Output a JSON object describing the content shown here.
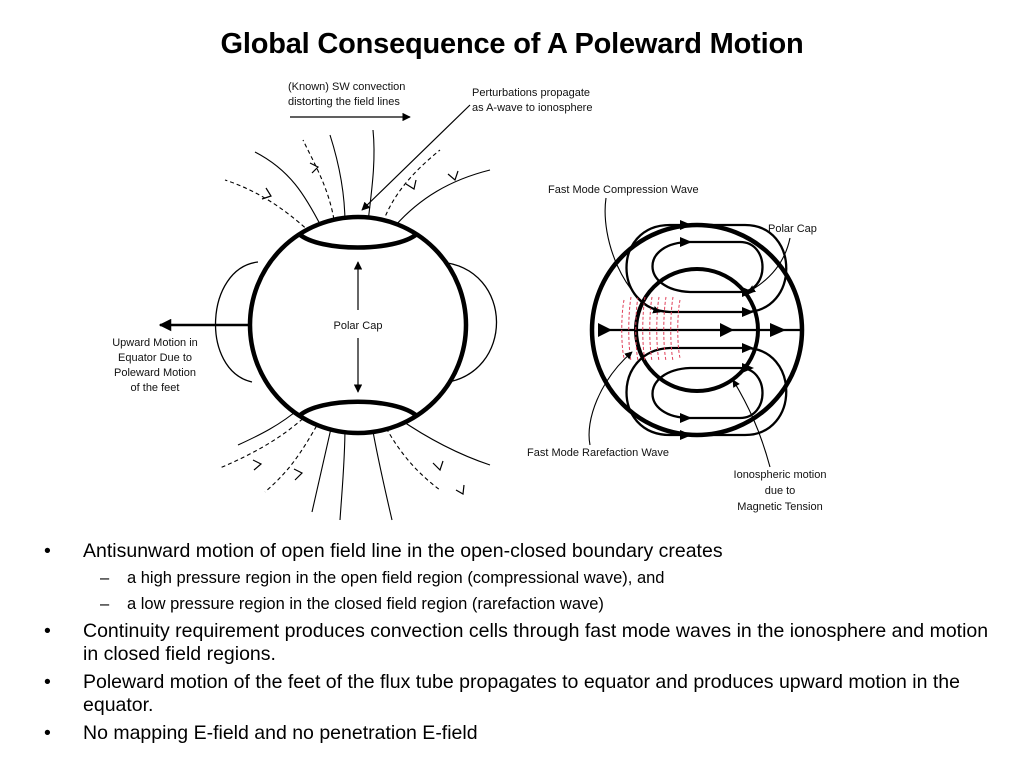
{
  "slide": {
    "title": "Global Consequence of A Poleward Motion"
  },
  "figure": {
    "left": {
      "label_convection_line1": "(Known) SW convection",
      "label_convection_line2": "distorting the field lines",
      "label_perturb_line1": "Perturbations propagate",
      "label_perturb_line2": "as A-wave to ionosphere",
      "label_polar_cap": "Polar Cap",
      "label_upward_line1": "Upward Motion in",
      "label_upward_line2": "Equator Due to",
      "label_upward_line3": "Poleward Motion",
      "label_upward_line4": "of the feet"
    },
    "right": {
      "label_compression": "Fast Mode Compression Wave",
      "label_polar_cap": "Polar Cap",
      "label_rarefaction": "Fast Mode Rarefaction Wave",
      "label_iono_line1": "Ionospheric motion",
      "label_iono_line2": "due to",
      "label_iono_line3": "Magnetic Tension"
    },
    "colors": {
      "ink": "#000000",
      "wave": "#e0405a"
    }
  },
  "bullets": {
    "b1": "Antisunward motion of open field line in the open-closed boundary creates",
    "b1_sub1": "a high pressure region in the open field region (compressional wave), and",
    "b1_sub2": "a low pressure region in the closed field region (rarefaction wave)",
    "b2": "Continuity requirement produces convection cells through fast mode waves in the ionosphere and motion in closed field regions.",
    "b3": "Poleward motion of the feet of the flux tube propagates to equator and produces upward motion in the equator.",
    "b4": "No mapping E-field and no penetration E-field"
  }
}
